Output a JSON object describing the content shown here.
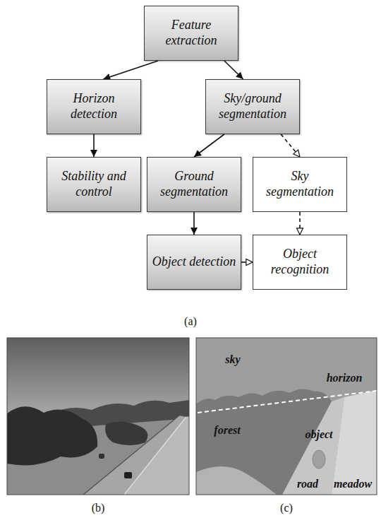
{
  "diagram": {
    "nodes": [
      {
        "text": [
          "Feature extraction"
        ]
      },
      {
        "text": [
          "Horizon detection"
        ]
      },
      {
        "text": [
          "Sky/ground segmentation"
        ]
      },
      {
        "text": [
          "Stability and control"
        ]
      },
      {
        "text": [
          "Ground segmentation"
        ]
      },
      {
        "text": [
          "Sky segmentation"
        ]
      },
      {
        "text": [
          "Object detection"
        ]
      },
      {
        "text": [
          "Object recognition"
        ]
      }
    ],
    "edges": [
      {
        "from": 0,
        "to": 1,
        "arrow": "to"
      },
      {
        "from": 0,
        "to": 2,
        "arrow": "to"
      },
      {
        "from": 1,
        "to": 3,
        "arrow": "to"
      },
      {
        "from": 2,
        "to": 4,
        "arrow": "to"
      },
      {
        "from": 2,
        "to": 5,
        "arrow": "to"
      },
      {
        "from": 4,
        "to": 6,
        "arrow": "to"
      },
      {
        "from": 6,
        "to": 7,
        "arrow": "to"
      },
      {
        "from": 5,
        "to": 7,
        "arrow": "to"
      }
    ],
    "labels": [
      "(a)",
      "sky",
      "horizon",
      "forest",
      "object",
      "road",
      "meadow",
      "(b)",
      "(c)"
    ]
  }
}
